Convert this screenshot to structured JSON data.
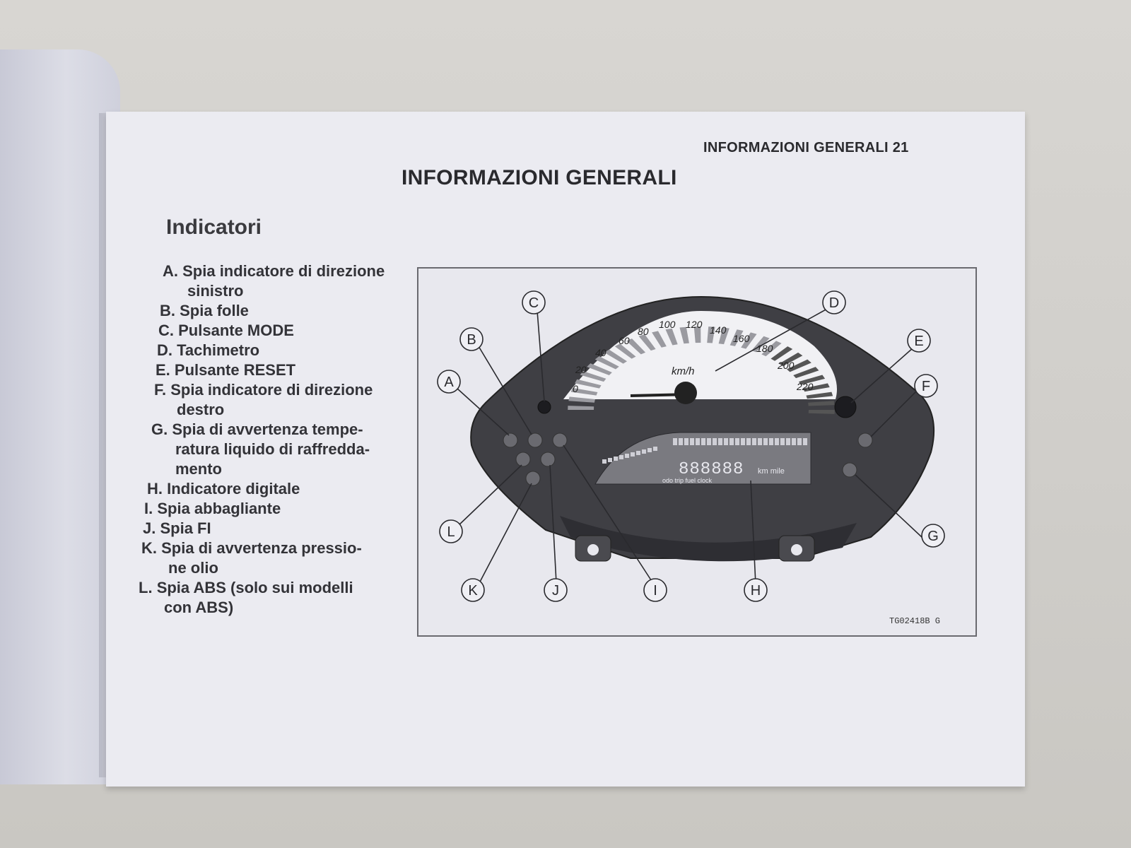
{
  "page": {
    "header": "INFORMAZIONI GENERALI 21",
    "title": "INFORMAZIONI GENERALI",
    "subtitle": "Indicatori"
  },
  "legend": [
    {
      "letter": "A.",
      "text": "Spia indicatore di direzione",
      "cont": "sinistro"
    },
    {
      "letter": "B.",
      "text": "Spia folle",
      "cont": ""
    },
    {
      "letter": "C.",
      "text": "Pulsante MODE",
      "cont": ""
    },
    {
      "letter": "D.",
      "text": "Tachimetro",
      "cont": ""
    },
    {
      "letter": "E.",
      "text": "Pulsante RESET",
      "cont": ""
    },
    {
      "letter": "F.",
      "text": "Spia indicatore di direzione",
      "cont": "destro"
    },
    {
      "letter": "G.",
      "text": "Spia di avvertenza tempe-",
      "cont": "ratura liquido di raffredda-",
      "cont2": "mento"
    },
    {
      "letter": "H.",
      "text": "Indicatore digitale",
      "cont": ""
    },
    {
      "letter": "I.",
      "text": "Spia abbagliante",
      "cont": ""
    },
    {
      "letter": "J.",
      "text": "Spia FI",
      "cont": ""
    },
    {
      "letter": "K.",
      "text": "Spia di avvertenza pressio-",
      "cont": "ne olio"
    },
    {
      "letter": "L.",
      "text": "Spia ABS (solo sui modelli",
      "cont": "con ABS)"
    }
  ],
  "figure": {
    "code": "TG02418B G",
    "callouts": [
      "A",
      "B",
      "C",
      "D",
      "E",
      "F",
      "G",
      "H",
      "I",
      "J",
      "K",
      "L"
    ],
    "speedo": {
      "unit": "km/h",
      "ticks": [
        "0",
        "20",
        "40",
        "60",
        "80",
        "100",
        "120",
        "140",
        "160",
        "180",
        "200",
        "220"
      ]
    },
    "lcd": {
      "digits": "888888",
      "mode_text": "km mile",
      "sub_text": "odo trip fuel clock"
    }
  },
  "colors": {
    "page": "#ebebf1",
    "ink": "#2a2a2e",
    "dash": "#4a4a4f"
  }
}
